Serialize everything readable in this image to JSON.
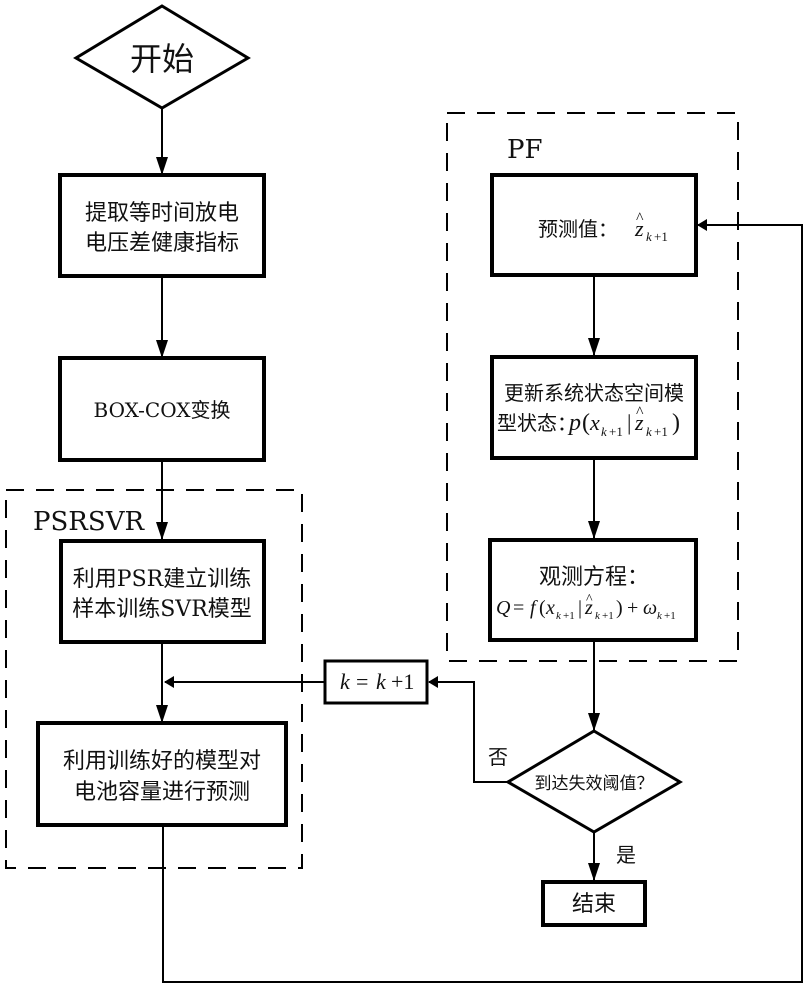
{
  "diagram": {
    "type": "flowchart",
    "groups": {
      "psrsvr": {
        "label": "PSRSVR"
      },
      "pf": {
        "label": "PF"
      }
    },
    "nodes": {
      "start": {
        "label": "开始",
        "shape": "diamond"
      },
      "extract": {
        "lines": [
          "提取等时间放电",
          "电压差健康指标"
        ],
        "shape": "rect"
      },
      "boxcox": {
        "label": "BOX-COX变换",
        "shape": "rect"
      },
      "train": {
        "lines": [
          "利用PSR建立训练",
          "样本训练SVR模型"
        ],
        "shape": "rect"
      },
      "predict": {
        "lines": [
          "利用训练好的模型对",
          "电池容量进行预测"
        ],
        "shape": "rect"
      },
      "pf_predict": {
        "label": "预测值：",
        "math": "ẑ_{k+1}",
        "shape": "rect"
      },
      "update": {
        "line1": "更新系统状态空间模",
        "line2": "型状态：",
        "math": "p(x_{k+1} | ẑ_{k+1})",
        "shape": "rect"
      },
      "observe": {
        "line1": "观测方程：",
        "math": "Q = f(x_{k+1} | ẑ_{k+1}) + ω_{k+1}",
        "shape": "rect"
      },
      "increment": {
        "math": "k = k + 1",
        "shape": "rect"
      },
      "threshold": {
        "label": "到达失效阈值？",
        "shape": "diamond"
      },
      "end": {
        "label": "结束",
        "shape": "rect"
      }
    },
    "edge_labels": {
      "no": "否",
      "yes": "是"
    },
    "edges": [
      {
        "from": "start",
        "to": "extract"
      },
      {
        "from": "extract",
        "to": "boxcox"
      },
      {
        "from": "boxcox",
        "to": "train"
      },
      {
        "from": "train",
        "to": "predict"
      },
      {
        "from": "predict",
        "to": "pf_predict"
      },
      {
        "from": "pf_predict",
        "to": "update"
      },
      {
        "from": "update",
        "to": "observe"
      },
      {
        "from": "observe",
        "to": "threshold"
      },
      {
        "from": "threshold",
        "to": "increment",
        "label": "否"
      },
      {
        "from": "increment",
        "to": "predict"
      },
      {
        "from": "threshold",
        "to": "end",
        "label": "是"
      }
    ]
  }
}
